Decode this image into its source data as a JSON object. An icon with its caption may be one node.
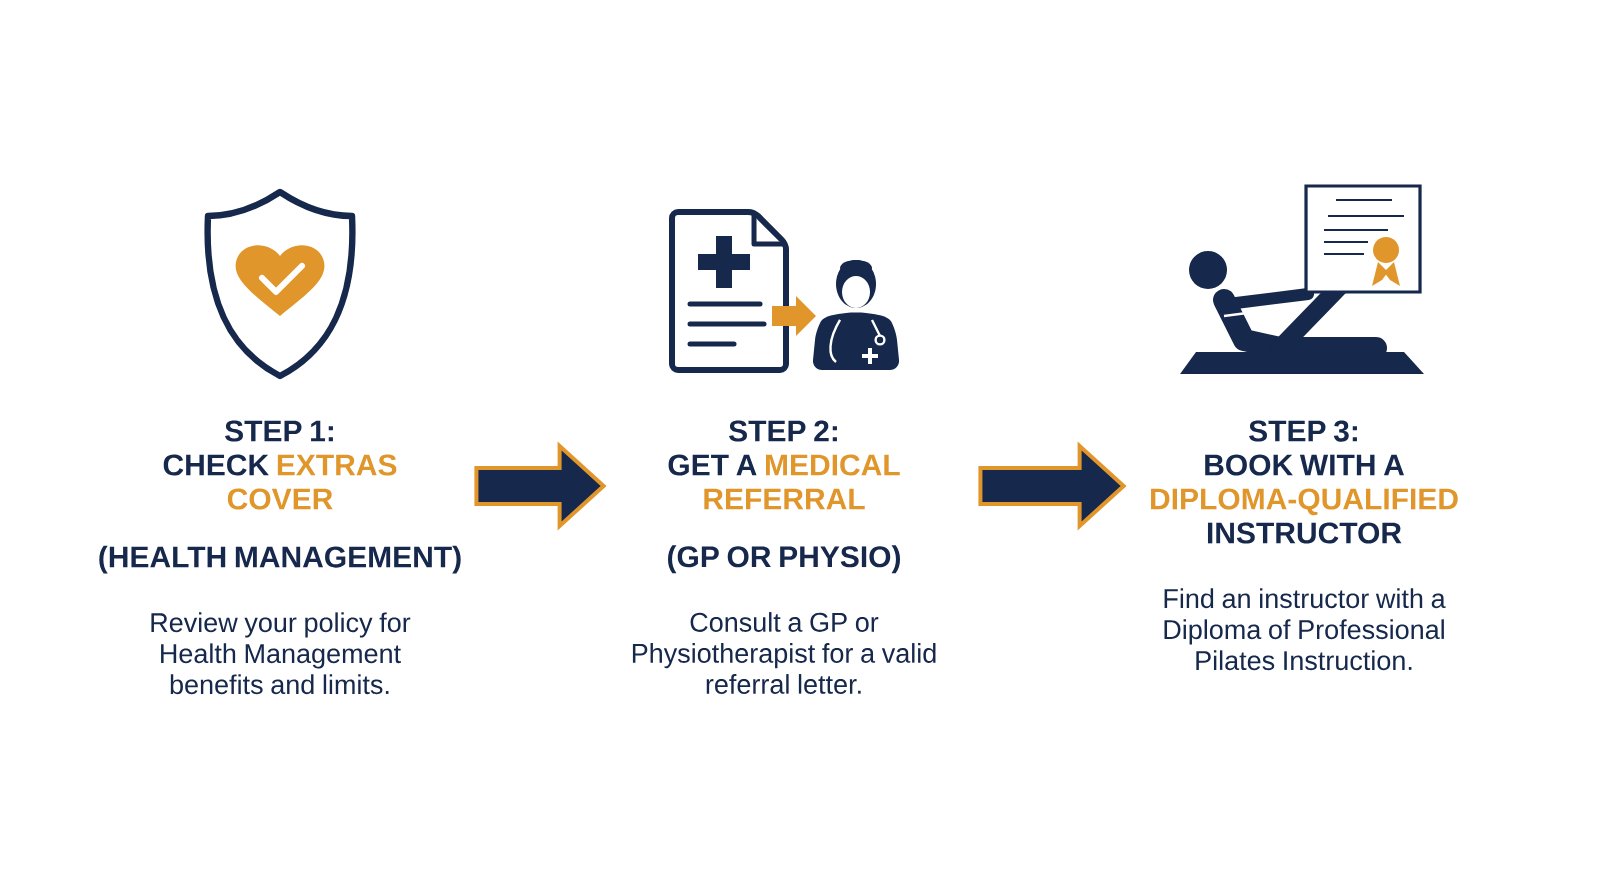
{
  "diagram": {
    "nodes": [
      {
        "text": [
          "STEP 1:",
          "CHECK",
          "EXTRAS COVER",
          "(HEALTH MANAGEMENT)",
          "Review your policy for Health Management benefits and limits."
        ]
      },
      {
        "text": [
          "STEP 2:",
          "GET A",
          "MEDICAL REFERRAL",
          "(GP OR PHYSIO)",
          "Consult a GP or Physiotherapist for a valid referral letter."
        ]
      },
      {
        "text": [
          "STEP 3:",
          "BOOK WITH A",
          "DIPLOMA-QUALIFIED",
          "INSTRUCTOR",
          "Find an instructor with a Diploma of Professional Pilates Instruction."
        ]
      }
    ],
    "edges": [
      {
        "from": 0,
        "to": 1,
        "arrow": "to"
      },
      {
        "from": 1,
        "to": 2,
        "arrow": "to"
      }
    ]
  }
}
